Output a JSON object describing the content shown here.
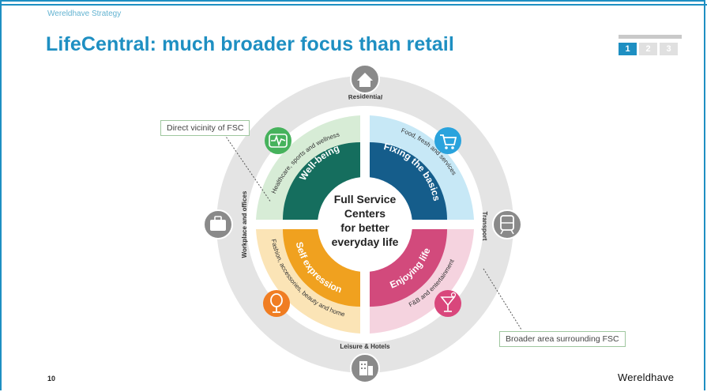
{
  "header": {
    "label": "Wereldhave Strategy"
  },
  "title": "LifeCentral: much broader focus than retail",
  "pager": {
    "pages": [
      "1",
      "2",
      "3"
    ],
    "active_index": 0
  },
  "center": {
    "lines": [
      "Full Service",
      "Centers",
      "for better",
      "everyday life"
    ]
  },
  "quadrants": [
    {
      "inner": "Well-being",
      "outer": "Healthcare, sports and wellness",
      "inner_color": "#156e5e",
      "outer_color": "#d7ecd6",
      "icon": "heartbeat-icon",
      "icon_color": "#46b25c"
    },
    {
      "inner": "Fixing the basics",
      "outer": "Food, fresh and services",
      "inner_color": "#155d8b",
      "outer_color": "#c7e8f6",
      "icon": "shopping-cart-icon",
      "icon_color": "#2aa3dd"
    },
    {
      "inner": "Enjoying life",
      "outer": "F&B and entertainment",
      "inner_color": "#d24a7c",
      "outer_color": "#f5d3df",
      "icon": "cocktail-icon",
      "icon_color": "#d9477c"
    },
    {
      "inner": "Self expression",
      "outer": "Fashion, accessories, beauty and home",
      "inner_color": "#f0a11f",
      "outer_color": "#fbe4b6",
      "icon": "mirror-icon",
      "icon_color": "#f07d22"
    }
  ],
  "outer_ring": {
    "residential": "Residential",
    "transport": "Transport",
    "leisure": "Leisure & Hotels",
    "workplace": "Workplace and offices",
    "icons": [
      "house-icon",
      "train-icon",
      "hotel-icon",
      "briefcase-icon"
    ],
    "ring_color": "#e4e4e4",
    "icon_color": "#8a8a8a"
  },
  "callouts": {
    "direct": "Direct vicinity of FSC",
    "broader": "Broader area surrounding FSC"
  },
  "footer": {
    "page_number": "10",
    "brand": "Wereldhave"
  }
}
